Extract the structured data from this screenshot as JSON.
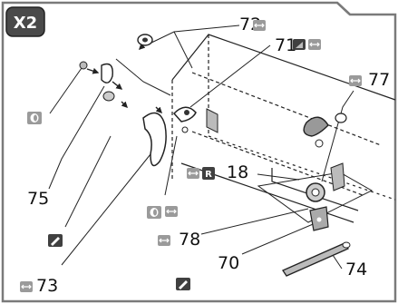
{
  "step_badge": {
    "text": "X2"
  },
  "callouts": {
    "c72": "72",
    "c71": "71",
    "c77": "77",
    "c18": "18",
    "c75": "75",
    "c73": "73",
    "c78": "78",
    "c70": "70",
    "c74": "74"
  },
  "icons": {
    "r_badge": "R",
    "swap": "swap-arrows-icon",
    "pen": "grease-pen-icon",
    "ring": "lubricant-ring-icon",
    "oil": "oil-can-icon"
  },
  "colors": {
    "frame": "#7a7a7a",
    "badge_bg": "#4a4a4a",
    "icon_gray": "#9a9a9a",
    "icon_dark": "#404040",
    "line": "#222222"
  }
}
